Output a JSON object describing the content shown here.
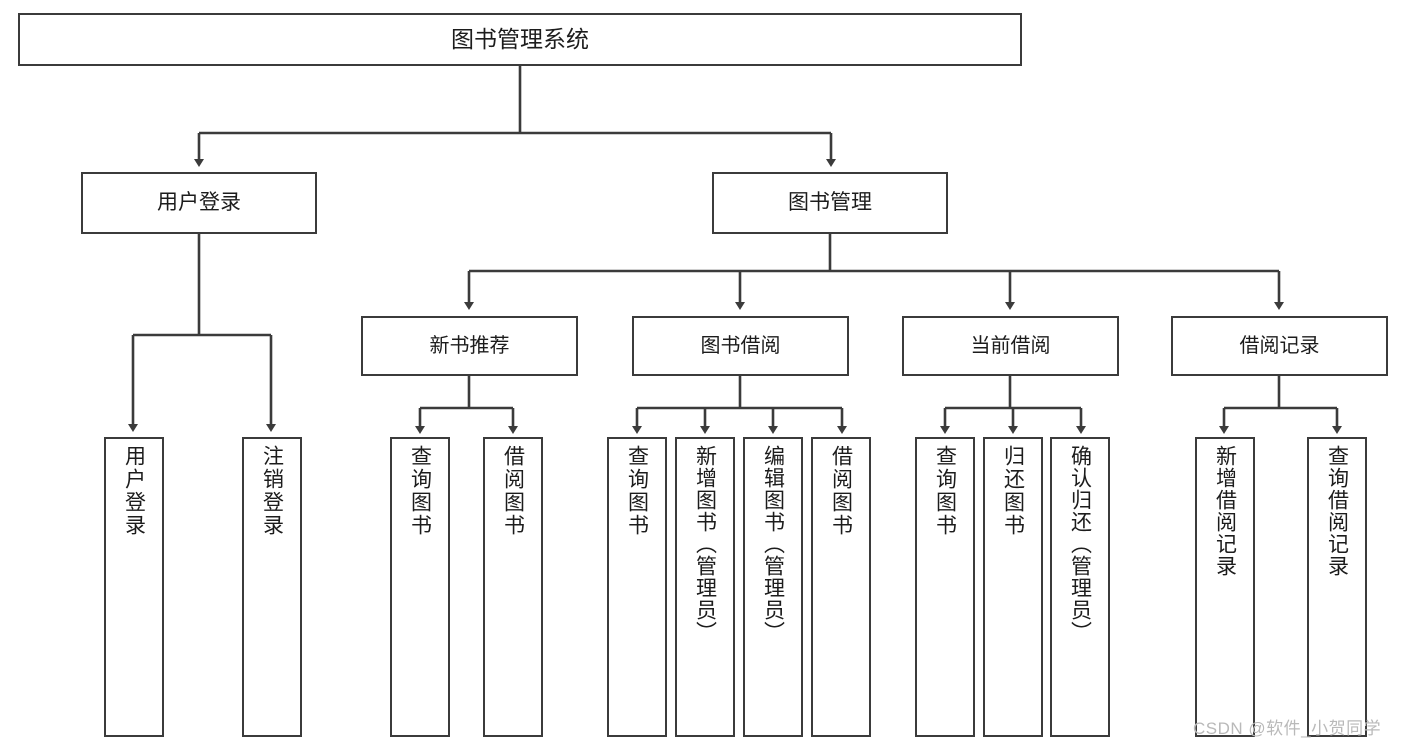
{
  "diagram": {
    "type": "tree-hierarchy",
    "title": "图书管理系统",
    "root": {
      "id": "root",
      "label": "图书管理系统"
    },
    "level1": [
      {
        "id": "user-login",
        "label": "用户登录"
      },
      {
        "id": "book-manage",
        "label": "图书管理"
      }
    ],
    "level2": [
      {
        "id": "new-book-recommend",
        "label": "新书推荐",
        "parent": "book-manage"
      },
      {
        "id": "book-borrow",
        "label": "图书借阅",
        "parent": "book-manage"
      },
      {
        "id": "current-borrow",
        "label": "当前借阅",
        "parent": "book-manage"
      },
      {
        "id": "borrow-record",
        "label": "借阅记录",
        "parent": "book-manage"
      }
    ],
    "leaves": [
      {
        "id": "leaf-user-login",
        "label": "用户登录",
        "parent": "user-login"
      },
      {
        "id": "leaf-user-logout",
        "label": "注销登录",
        "parent": "user-login"
      },
      {
        "id": "leaf-query-book-rec",
        "label": "查询图书",
        "parent": "new-book-recommend"
      },
      {
        "id": "leaf-borrow-book-rec",
        "label": "借阅图书",
        "parent": "new-book-recommend"
      },
      {
        "id": "leaf-query-book-borrow",
        "label": "查询图书",
        "parent": "book-borrow"
      },
      {
        "id": "leaf-add-book",
        "label": "新增图书（管理员）",
        "parent": "book-borrow"
      },
      {
        "id": "leaf-edit-book",
        "label": "编辑图书（管理员）",
        "parent": "book-borrow"
      },
      {
        "id": "leaf-borrow-book",
        "label": "借阅图书",
        "parent": "book-borrow"
      },
      {
        "id": "leaf-query-book-cur",
        "label": "查询图书",
        "parent": "current-borrow"
      },
      {
        "id": "leaf-return-book",
        "label": "归还图书",
        "parent": "current-borrow"
      },
      {
        "id": "leaf-confirm-return",
        "label": "确认归还（管理员）",
        "parent": "current-borrow"
      },
      {
        "id": "leaf-add-record",
        "label": "新增借阅记录",
        "parent": "borrow-record"
      },
      {
        "id": "leaf-query-record",
        "label": "查询借阅记录",
        "parent": "borrow-record"
      }
    ],
    "colors": {
      "stroke": "#3b3b3b",
      "node_fill": "#ffffff",
      "text": "#1c1c1c",
      "background": "#ffffff",
      "watermark": "#b9b9b9"
    }
  },
  "watermark": {
    "text": "CSDN @软件_小贺同学"
  }
}
